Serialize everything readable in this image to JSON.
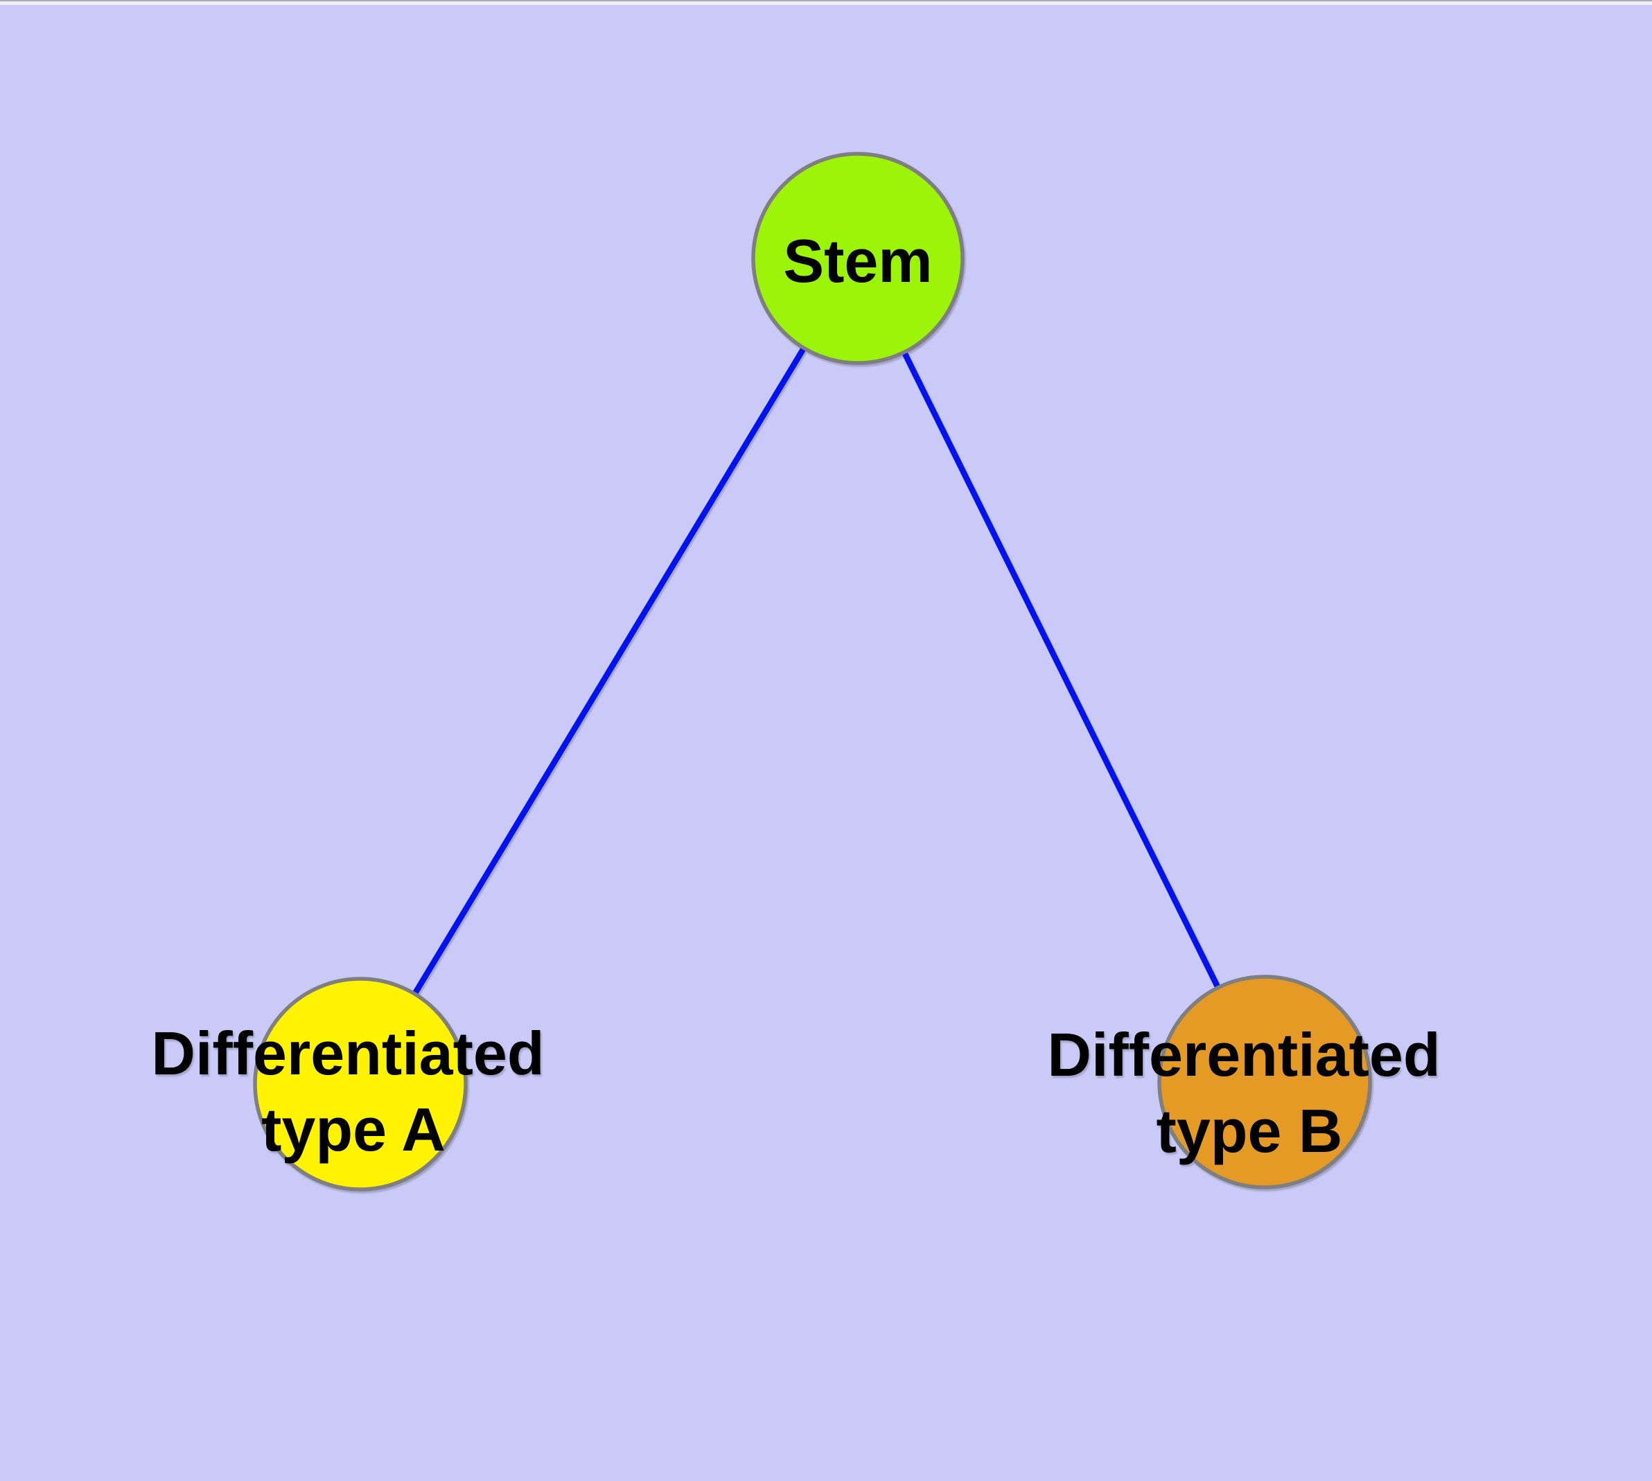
{
  "diagram": {
    "background_color": "#CACAF8",
    "border_color": "#7F7F7F",
    "edge_color": "#0013EF",
    "text_color": "#000000",
    "nodes": {
      "stem": {
        "label": "Stem",
        "color": "#9CF408"
      },
      "type_a": {
        "label": "Differentiated type A",
        "label_line1": "Differentiated",
        "label_line2": "type A",
        "color": "#FFF301"
      },
      "type_b": {
        "label": "Differentiated type B",
        "label_line1": "Differentiated",
        "label_line2": "type B",
        "color": "#E49A25"
      }
    },
    "edges": [
      {
        "from": "Stem",
        "to": "Differentiated type A"
      },
      {
        "from": "Stem",
        "to": "Differentiated type B"
      }
    ]
  }
}
